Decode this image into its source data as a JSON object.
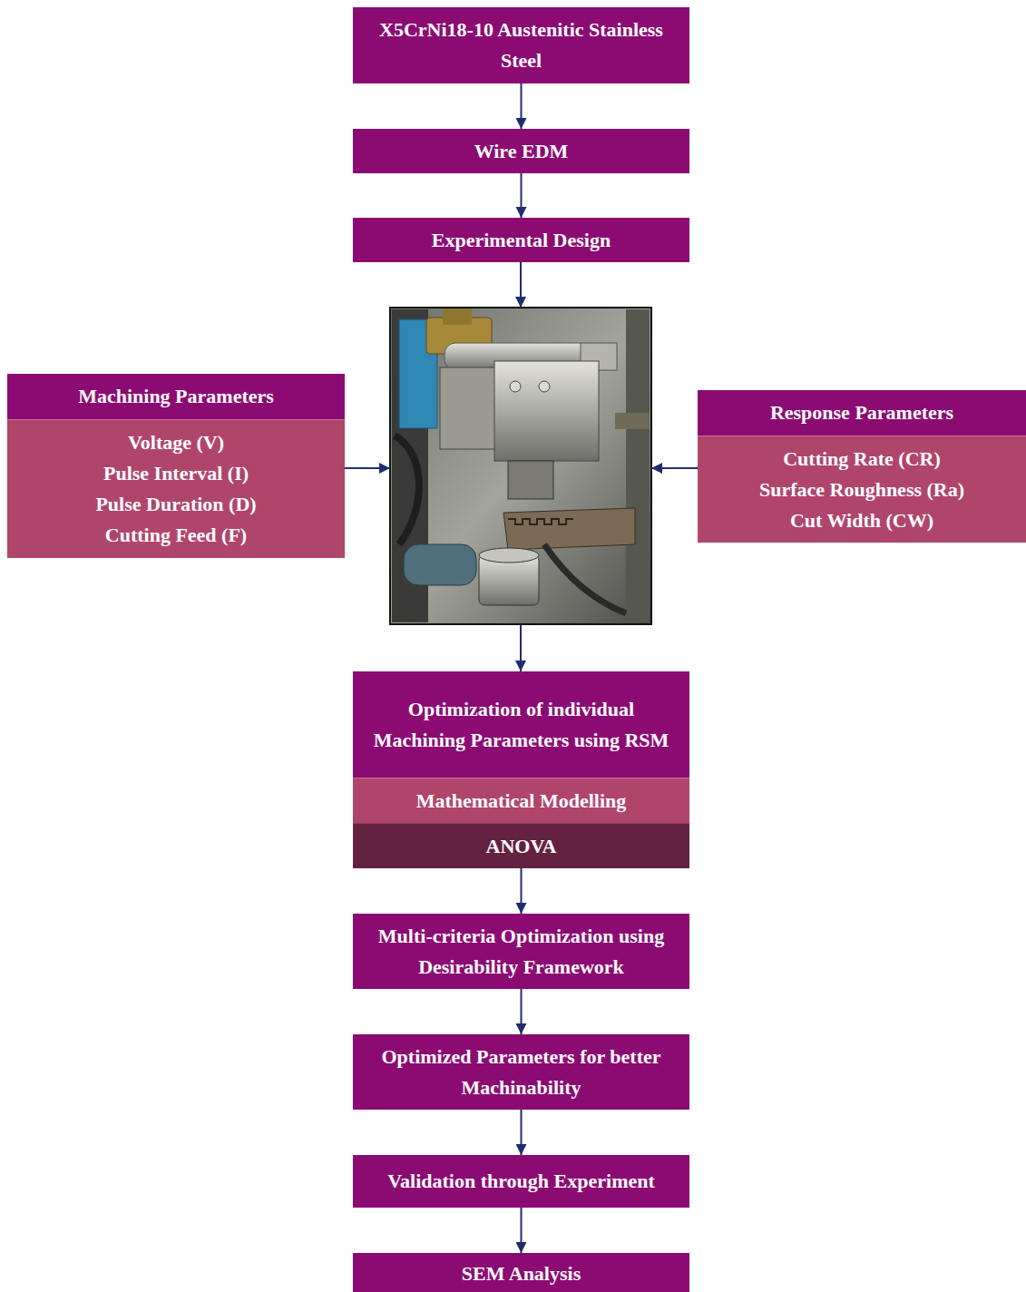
{
  "diagram": {
    "nodes": [
      {
        "text": [
          "X5CrNi18-10 Austenitic Stainless Steel"
        ]
      },
      {
        "text": [
          "Wire EDM"
        ]
      },
      {
        "text": [
          "Experimental Design"
        ]
      },
      {
        "text": [
          "Machining Parameters",
          "Voltage (V)",
          "Pulse Interval (I)",
          "Pulse Duration (D)",
          "Cutting Feed (F)"
        ]
      },
      {
        "text": [
          "Response Parameters",
          "Cutting Rate (CR)",
          "Surface Roughness (Ra)",
          "Cut Width (CW)"
        ]
      },
      {
        "text": [
          "Optimization of individual Machining Parameters using RSM",
          "Mathematical Modelling",
          "ANOVA"
        ]
      },
      {
        "text": [
          "Multi-criteria Optimization using Desirability Framework"
        ]
      },
      {
        "text": [
          "Optimized Parameters for better Machinability"
        ]
      },
      {
        "text": [
          "Validation through Experiment"
        ]
      },
      {
        "text": [
          "SEM Analysis"
        ]
      }
    ],
    "edges": [
      {
        "from": 0,
        "to": 1,
        "arrow": "to"
      },
      {
        "from": 1,
        "to": 2,
        "arrow": "to"
      },
      {
        "from": 5,
        "to": 6,
        "arrow": "to"
      },
      {
        "from": 6,
        "to": 7,
        "arrow": "to"
      },
      {
        "from": 7,
        "to": 8,
        "arrow": "to"
      },
      {
        "from": 8,
        "to": 9,
        "arrow": "to"
      }
    ]
  }
}
